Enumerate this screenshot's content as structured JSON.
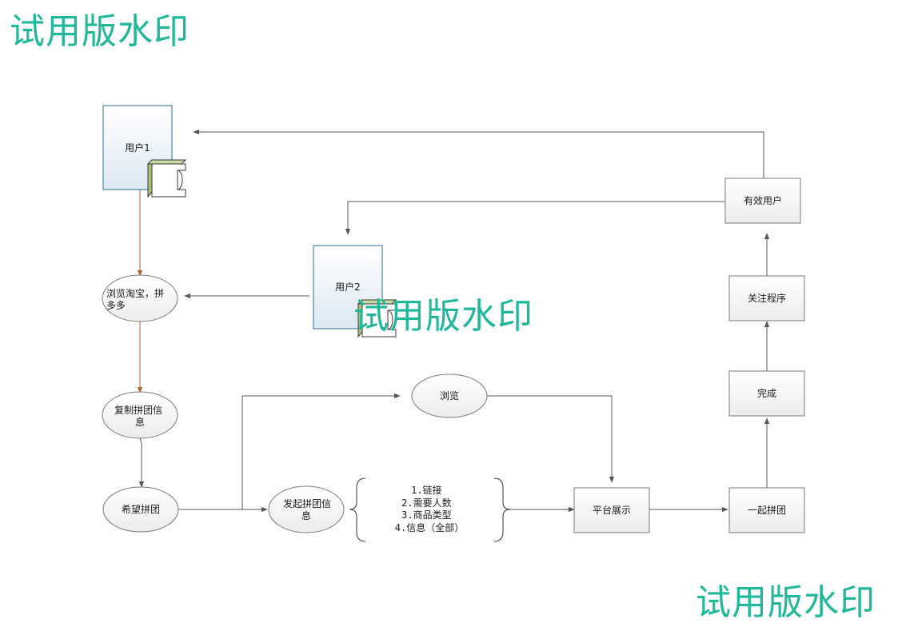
{
  "nodes": {
    "user1": "用户1",
    "user2": "用户2",
    "browse_taobao": "浏览淘宝，拼多多",
    "copy_group_info": "复制拼团信息",
    "hope_group": "希望拼团",
    "start_group_info": "发起拼团信息",
    "browse": "浏览",
    "platform_display": "平台展示",
    "group_together": "一起拼团",
    "complete": "完成",
    "follow_program": "关注程序",
    "valid_user": "有效用户"
  },
  "note": {
    "lines": [
      "1.链接",
      "2.需要人数",
      "3.商品类型",
      "4.信息（全部）"
    ]
  },
  "watermark": "试用版水印",
  "colors": {
    "user_fill": "#eaf2f8",
    "user_border": "#2e6e8e",
    "node_fill": "#f3f3f3",
    "node_border": "#7a7a7a",
    "arrow": "#555555",
    "arrow_user1": "#b0622a",
    "component_fill": "#a9c27a",
    "watermark": "#1fb99a"
  }
}
